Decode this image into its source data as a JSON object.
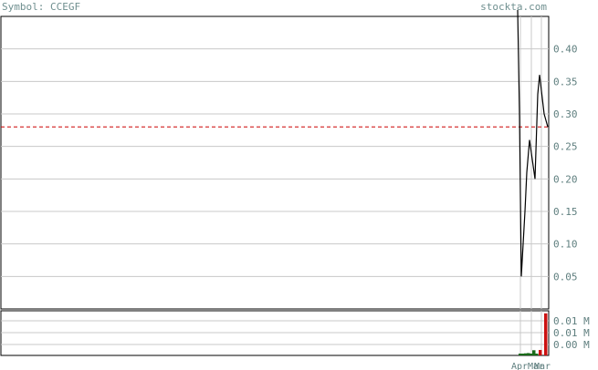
{
  "header": {
    "symbol_label": "Symbol: CCEGF",
    "site": "stockta.com"
  },
  "colors": {
    "header_text": "#6f8f8f",
    "grid": "#c8c8c8",
    "axis_text": "#5f7f7f",
    "price_line": "#000000",
    "reference_line": "#cc0000",
    "volume_up": "#1a6b1a",
    "volume_down": "#cc1111"
  },
  "chart_data": [
    {
      "type": "line",
      "title": "",
      "xlabel": "",
      "ylabel": "",
      "ylim": [
        0,
        0.45
      ],
      "y_ticks": [
        0.05,
        0.1,
        0.15,
        0.2,
        0.25,
        0.3,
        0.35,
        0.4
      ],
      "y_tick_labels": [
        "0.05",
        "0.10",
        "0.15",
        "0.20",
        "0.25",
        "0.30",
        "0.35",
        "0.40"
      ],
      "reference_price": 0.28,
      "grid": true,
      "series": [
        {
          "values": [
            0.46,
            0.3,
            0.05,
            0.15,
            0.21,
            0.26,
            0.2,
            0.33,
            0.36,
            0.3,
            0.28
          ]
        }
      ]
    },
    {
      "type": "bar",
      "title": "",
      "xlabel": "",
      "ylabel": "",
      "y_tick_labels": [
        "0.01 M",
        "0.01 M",
        "0.00 M"
      ],
      "x_tick_labels": [
        "Apr",
        "Mar",
        "Mar"
      ],
      "grid": true,
      "series": [
        {
          "values": [
            0.0003,
            0.0006,
            0.0008,
            0.0009,
            0.0003,
            0.002,
            0.0007,
            0.0021,
            0.0162
          ],
          "colors": [
            "up",
            "up",
            "up",
            "up",
            "up",
            "up",
            "up",
            "down",
            "down"
          ]
        }
      ]
    }
  ]
}
